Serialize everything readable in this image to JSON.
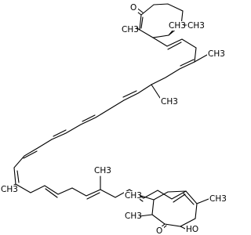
{
  "labels": {
    "top_carbonyl_o": "O",
    "top_methyl_ring": "CH3",
    "top_gem_methyl_1": "CH3",
    "top_gem_methyl_2": "CH3",
    "chain_methyl_upper_1": "CH3",
    "chain_methyl_upper_2": "CH3",
    "chain_methyl_lower_1": "CH3",
    "chain_methyl_lower_2": "CH3",
    "bottom_gem_methyl_1": "CH3",
    "bottom_gem_methyl_2": "CH3",
    "bottom_methyl_ring": "CH3",
    "bottom_carbonyl_o": "O",
    "hydroxyl": "HO"
  },
  "colors": {
    "bond": "#000000",
    "text": "#000000",
    "background": "#ffffff"
  }
}
